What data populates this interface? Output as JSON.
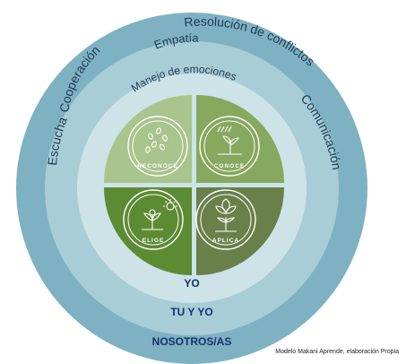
{
  "rings": {
    "outer": [
      "Cooperación",
      "Resolución de conflictos",
      "Escucha",
      "Comunicación"
    ],
    "middle": [
      "Empatía"
    ],
    "inner": [
      "Manejo de emociones"
    ]
  },
  "quadrants": [
    {
      "label": "RECONOCE",
      "icon": "seeds-icon",
      "color": "#a9c48c"
    },
    {
      "label": "CONOCE",
      "icon": "sprout-watering-icon",
      "color": "#86a85f"
    },
    {
      "label": "ELIGE",
      "icon": "sun-plant-icon",
      "color": "#5d8b34"
    },
    {
      "label": "APLICA",
      "icon": "plant-flower-icon",
      "color": "#69804a"
    }
  ],
  "levels": {
    "inner": "YO",
    "middle": "TU Y YO",
    "outer": "NOSOTROS/AS"
  },
  "credit": "Modelo Makani Aprende, elaboración Propia",
  "colors": {
    "outer_ring": "#7eb2c2",
    "middle_ring": "#a9cdd6",
    "inner_ring": "#cde3e8",
    "level_text": "#18306e",
    "ring_text": "#1f3a52"
  }
}
